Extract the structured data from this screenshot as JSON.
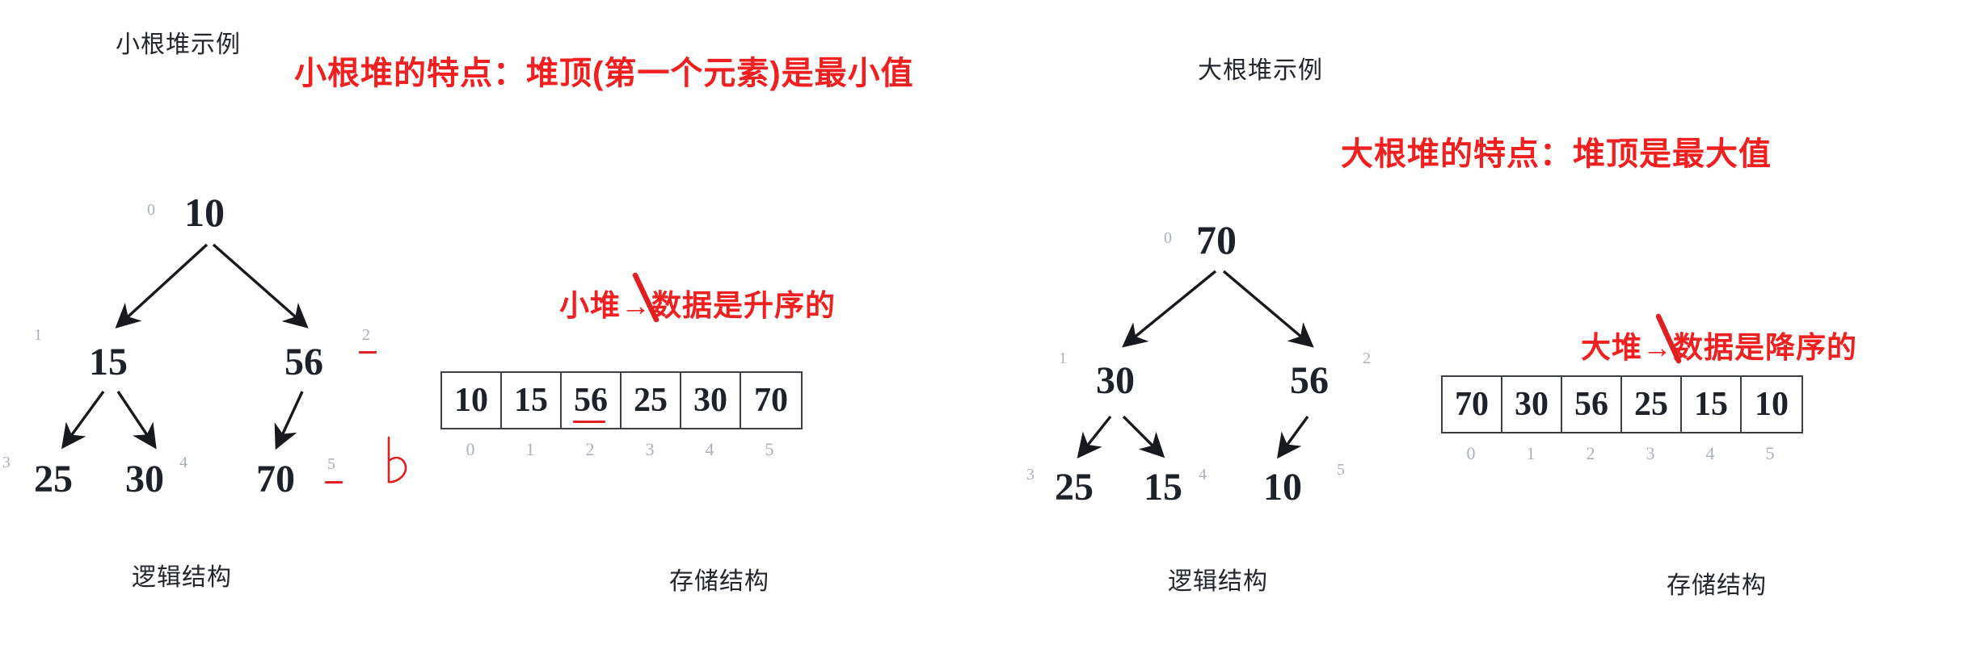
{
  "page": {
    "background": "#ffffff",
    "red_accent": "#f02020",
    "ink": "#1d2129",
    "index_grey": "#aab1bc"
  },
  "left_panel": {
    "title": "小根堆示例",
    "red_note": "小根堆的特点：堆顶(第一个元素)是最小值",
    "tree": {
      "caption": "逻辑结构",
      "nodes": [
        {
          "value": "10",
          "index": "0"
        },
        {
          "value": "15",
          "index": "1"
        },
        {
          "value": "56",
          "index": "2"
        },
        {
          "value": "25",
          "index": "3"
        },
        {
          "value": "30",
          "index": "4"
        },
        {
          "value": "70",
          "index": "5"
        }
      ]
    },
    "array": {
      "caption": "存储结构",
      "red_note": "小堆→数据是升序的",
      "values": [
        "10",
        "15",
        "56",
        "25",
        "30",
        "70"
      ],
      "indices": [
        "0",
        "1",
        "2",
        "3",
        "4",
        "5"
      ],
      "underlined_cell": "2"
    }
  },
  "right_panel": {
    "title": "大根堆示例",
    "red_note": "大根堆的特点：堆顶是最大值",
    "tree": {
      "caption": "逻辑结构",
      "nodes": [
        {
          "value": "70",
          "index": "0"
        },
        {
          "value": "30",
          "index": "1"
        },
        {
          "value": "56",
          "index": "2"
        },
        {
          "value": "25",
          "index": "3"
        },
        {
          "value": "15",
          "index": "4"
        },
        {
          "value": "10",
          "index": "5"
        }
      ]
    },
    "array": {
      "caption": "存储结构",
      "red_note": "大堆→数据是降序的",
      "values": [
        "70",
        "30",
        "56",
        "25",
        "15",
        "10"
      ],
      "indices": [
        "0",
        "1",
        "2",
        "3",
        "4",
        "5"
      ]
    }
  },
  "chart_data": {
    "type": "diagram",
    "title": "小根堆 / 大根堆 示例 — 逻辑结构与存储结构对照",
    "diagrams": [
      {
        "name": "小根堆示例",
        "heap_type": "min-heap",
        "tree_edges": [
          [
            "10",
            "15"
          ],
          [
            "10",
            "56"
          ],
          [
            "15",
            "25"
          ],
          [
            "15",
            "30"
          ],
          [
            "56",
            "70"
          ]
        ],
        "array": [
          "10",
          "15",
          "56",
          "25",
          "30",
          "70"
        ],
        "array_indices": [
          0,
          1,
          2,
          3,
          4,
          5
        ],
        "annotation": "小根堆的特点：堆顶(第一个元素)是最小值",
        "crossed_annotation": "小堆→数据是升序的"
      },
      {
        "name": "大根堆示例",
        "heap_type": "max-heap",
        "tree_edges": [
          [
            "70",
            "30"
          ],
          [
            "70",
            "56"
          ],
          [
            "30",
            "25"
          ],
          [
            "30",
            "15"
          ],
          [
            "56",
            "10"
          ]
        ],
        "array": [
          "70",
          "30",
          "56",
          "25",
          "15",
          "10"
        ],
        "array_indices": [
          0,
          1,
          2,
          3,
          4,
          5
        ],
        "annotation": "大根堆的特点：堆顶是最大值",
        "crossed_annotation": "大堆→数据是降序的"
      }
    ]
  }
}
